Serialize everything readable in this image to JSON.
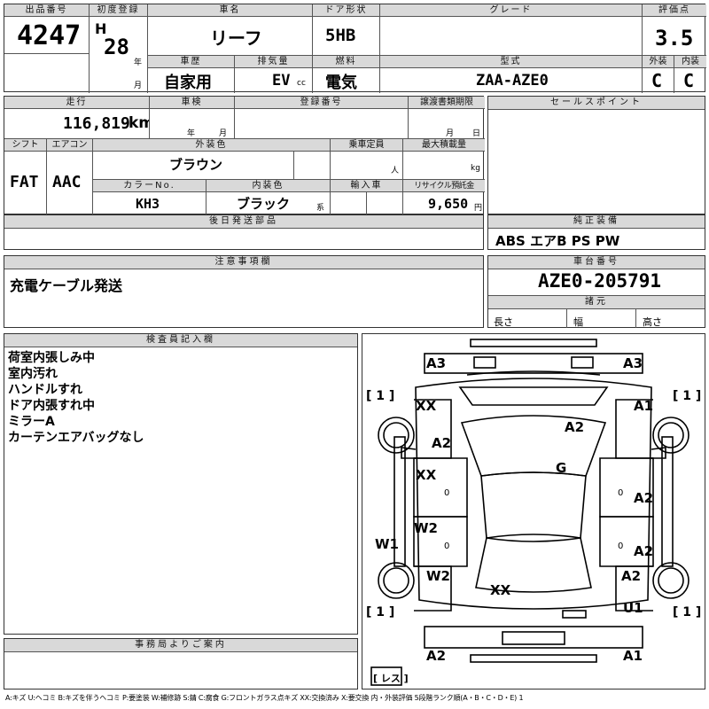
{
  "header": {
    "lot_label": "出品番号",
    "lot_value": "4247",
    "reg_label": "初度登録",
    "era": "H",
    "year": "28",
    "year_unit": "年",
    "month_unit": "月",
    "name_label": "車名",
    "name_value": "リーフ",
    "door_label": "ドア形状",
    "door_value": "5HB",
    "grade_label": "グレード",
    "grade_value": "",
    "score_label": "評価点",
    "score_value": "3.5",
    "history_label": "車歴",
    "history_value": "自家用",
    "disp_label": "排気量",
    "disp_value": "EV",
    "disp_unit": "cc",
    "fuel_label": "燃料",
    "fuel_value": "電気",
    "model_label": "型式",
    "model_value": "ZAA-AZE0",
    "ext_label": "外装",
    "ext_value": "C",
    "int_label": "内装",
    "int_value": "C"
  },
  "mid": {
    "mileage_label": "走行",
    "mileage_value": "116,819",
    "mileage_unit": "km",
    "inspect_label": "車検",
    "inspect_year": "年",
    "inspect_month": "月",
    "regno_label": "登録番号",
    "transfer_label": "譲渡書類期限",
    "transfer_month": "月",
    "transfer_day": "日",
    "sales_label": "セールスポイント",
    "shift_label": "シフト",
    "shift_value": "FAT",
    "ac_label": "エアコン",
    "ac_value": "AAC",
    "color_label": "外装色",
    "color_value": "ブラウン",
    "capacity_label": "乗車定員",
    "capacity_unit": "人",
    "load_label": "最大積載量",
    "load_unit": "kg",
    "colorno_label": "カラーNo.",
    "colorno_value": "KH3",
    "intcolor_label": "内装色",
    "intcolor_value": "ブラック",
    "intcolor_unit": "系",
    "import_label": "輸入車",
    "recycle_label": "リサイクル預託金",
    "recycle_value": "9,650",
    "recycle_unit": "円",
    "later_label": "後日発送部品",
    "equip_label": "純正装備",
    "equip_value": "ABS エアB PS PW"
  },
  "notes": {
    "caution_label": "注意事項欄",
    "caution_value": "充電ケーブル発送",
    "chassis_label": "車台番号",
    "chassis_value": "AZE0-205791",
    "spec_label": "諸元",
    "length_label": "長さ",
    "width_label": "幅",
    "height_label": "高さ"
  },
  "inspector": {
    "label": "検査員記入欄",
    "lines": [
      "荷室内張しみ中",
      "室内汚れ",
      "ハンドルすれ",
      "ドア内張すれ中",
      "ミラーA",
      "カーテンエアバッグなし"
    ]
  },
  "office": {
    "label": "事務局よりご案内"
  },
  "diagram": {
    "marks": [
      "A3",
      "A3",
      "XX",
      "A1",
      "A2",
      "A2",
      "G",
      "XX",
      "A2",
      "W2",
      "A2",
      "W1",
      "W2",
      "A2",
      "XX",
      "U1",
      "A2",
      "A1"
    ],
    "tires": [
      "[ 1 ]",
      "[ 1 ]",
      "[ 1 ]",
      "[ 1 ]"
    ],
    "tread": [
      "0",
      "0",
      "0",
      "0"
    ],
    "spare": "[ レス ]"
  },
  "legend": "A:キズ U:ヘコミ B:キズを伴うヘコミ P:要塗装 W:補修跡 S:錆 C:腐食 G:フロントガラス点キズ XX:交換済み X:要交換 内・外装評価 5段階ランク順(A・B・C・D・E) 1"
}
